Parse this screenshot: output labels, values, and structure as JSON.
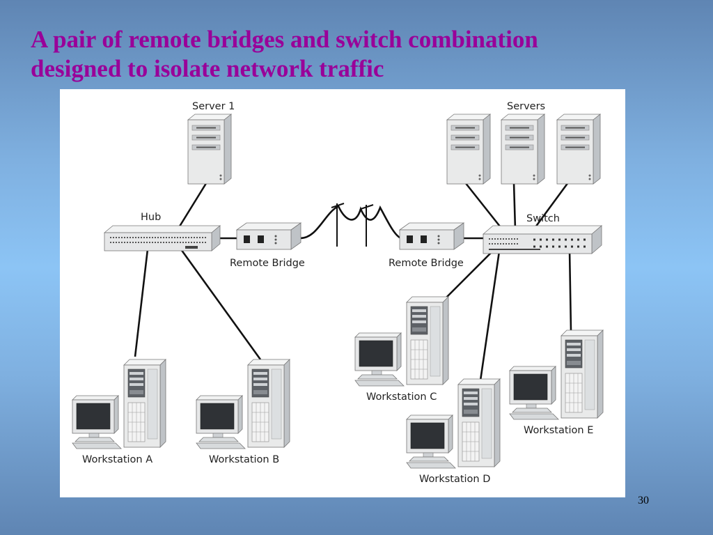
{
  "slide": {
    "title_line1": "A pair of remote bridges and switch combination",
    "title_line2": "designed to isolate network traffic",
    "page_number": "30"
  },
  "diagram": {
    "labels": {
      "server1": "Server 1",
      "servers": "Servers",
      "hub": "Hub",
      "switch": "Switch",
      "bridge_left": "Remote Bridge",
      "bridge_right": "Remote Bridge",
      "ws_a": "Workstation A",
      "ws_b": "Workstation B",
      "ws_c": "Workstation C",
      "ws_d": "Workstation D",
      "ws_e": "Workstation E"
    },
    "colors": {
      "title": "#990099",
      "device_face": "#e9eaea",
      "device_side": "#bfc3c7",
      "cable": "#111111"
    }
  }
}
